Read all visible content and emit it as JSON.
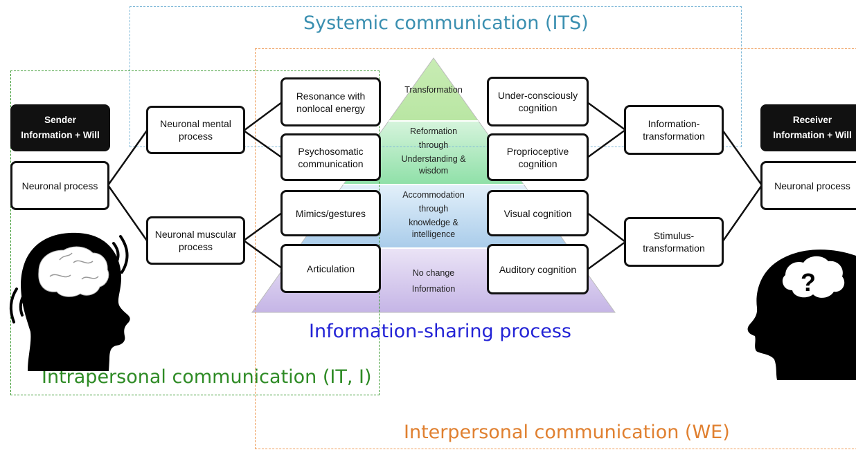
{
  "regions": {
    "systemic": "Systemic communication (ITS)",
    "intrapersonal": "Intrapersonal communication (IT, I)",
    "interpersonal": "Interpersonal communication (WE)",
    "information_sharing": "Information-sharing process"
  },
  "colors": {
    "systemic": "#3a8fb0",
    "intrapersonal": "#2e8b25",
    "interpersonal": "#e08030",
    "information_sharing": "#2323d6"
  },
  "sender": {
    "line1": "Sender",
    "line2": "Information + Will",
    "neuronal_process": "Neuronal process"
  },
  "receiver": {
    "line1": "Receiver",
    "line2": "Information + Will",
    "neuronal_process": "Neuronal process"
  },
  "sender_branches": {
    "mental": "Neuronal mental process",
    "muscular": "Neuronal muscular process"
  },
  "left_column": {
    "resonance": "Resonance with nonlocal energy",
    "psychosomatic": "Psychosomatic communication",
    "mimics": "Mimics/gestures",
    "articulation": "Articulation"
  },
  "right_column": {
    "underconscious": "Under-consciously cognition",
    "proprioceptive": "Proprioceptive cognition",
    "visual": "Visual cognition",
    "auditory": "Auditory cognition"
  },
  "receiver_branches": {
    "information": "Information-transformation",
    "stimulus": "Stimulus-transformation"
  },
  "pyramid": {
    "level1": "Transformation",
    "level2": [
      "Reformation",
      "through",
      "Understanding &",
      "wisdom"
    ],
    "level3": [
      "Accommodation",
      "through",
      "knowledge &",
      "intelligence"
    ],
    "level4": [
      "No change",
      "Information"
    ]
  },
  "icons": {
    "sender_head": "human-head-brain-icon",
    "receiver_head": "human-head-question-icon"
  }
}
